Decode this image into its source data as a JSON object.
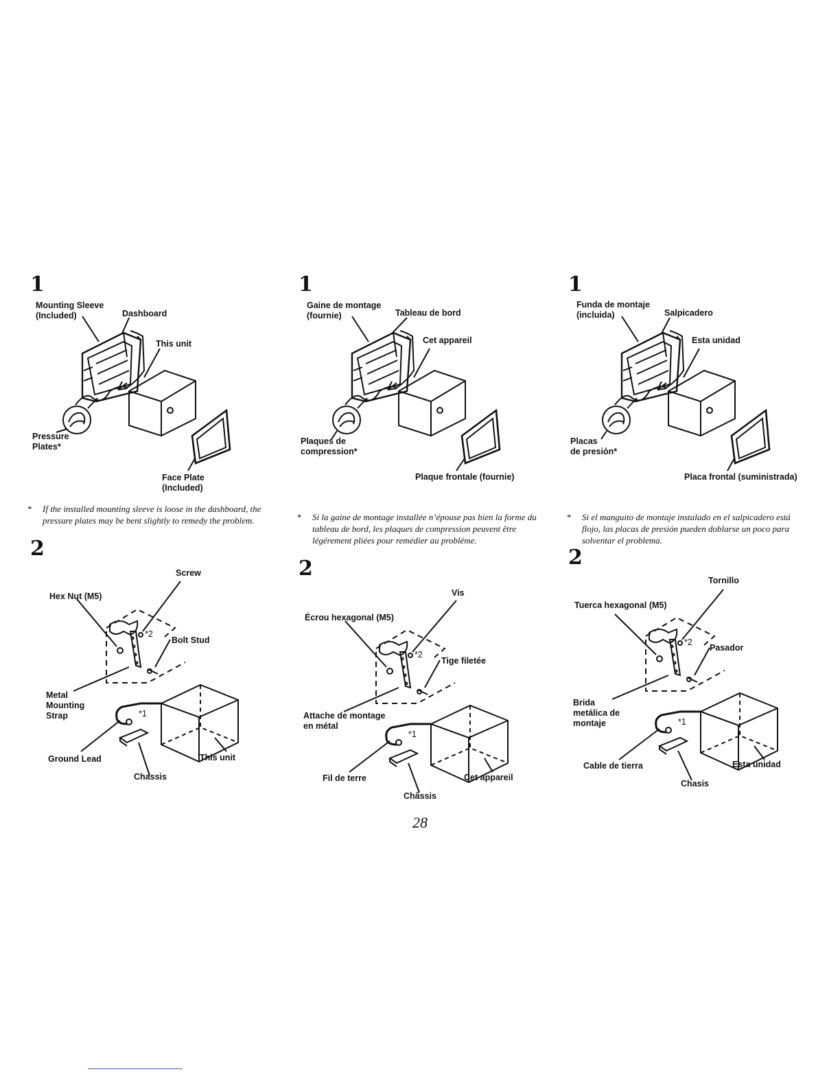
{
  "page_number": "28",
  "columns": [
    {
      "step1_number": "1",
      "step2_number": "2",
      "fig1": {
        "mounting_sleeve": "Mounting Sleeve\n(Included)",
        "dashboard": "Dashboard",
        "unit": "This unit",
        "pressure_plates": "Pressure\nPlates*",
        "face_plate": "Face Plate\n(Included)"
      },
      "note_star": "*",
      "note": "If the installed mounting sleeve is loose in the dashboard, the pressure plates may be bent slightly to remedy the problem.",
      "fig2": {
        "screw": "Screw",
        "hex_nut": "Hex Nut (M5)",
        "bolt_stud": "Bolt Stud",
        "metal_strap": "Metal\nMounting\nStrap",
        "ground_lead": "Ground Lead",
        "unit": "This unit",
        "chassis": "Chassis",
        "mark1": "*1",
        "mark2": "*2"
      }
    },
    {
      "step1_number": "1",
      "step2_number": "2",
      "fig1": {
        "mounting_sleeve": "Gaine de montage\n(fournie)",
        "dashboard": "Tableau de bord",
        "unit": "Cet appareil",
        "pressure_plates": "Plaques de\ncompression*",
        "face_plate": "Plaque frontale (fournie)"
      },
      "note_star": "*",
      "note": "Si la gaine de montage installée n’épouse pas bien la forme du tableau de bord, les plaques de compression peuvent être légérement pliées pour remédier au probléme.",
      "fig2": {
        "screw": "Vis",
        "hex_nut": "Écrou hexagonal (M5)",
        "bolt_stud": "Tige filetée",
        "metal_strap": "Attache de montage\nen métal",
        "ground_lead": "Fil de terre",
        "unit": "Cet appareil",
        "chassis": "Châssis",
        "mark1": "*1",
        "mark2": "*2"
      }
    },
    {
      "step1_number": "1",
      "step2_number": "2",
      "fig1": {
        "mounting_sleeve": "Funda de montaje\n(incluida)",
        "dashboard": "Salpicadero",
        "unit": "Esta unidad",
        "pressure_plates": "Placas\nde presión*",
        "face_plate": "Placa frontal (suministrada)"
      },
      "note_star": "*",
      "note": "Si el manguito de montaje instalado en el salpicadero está flojo, las placas de presión pueden doblarse un poco para solventar el problema.",
      "fig2": {
        "screw": "Tornillo",
        "hex_nut": "Tuerca hexagonal (M5)",
        "bolt_stud": "Pasador",
        "metal_strap": "Brida\nmetálica de\nmontaje",
        "ground_lead": "Cable de tierra",
        "unit": "Esta unidad",
        "chassis": "Chasis",
        "mark1": "*1",
        "mark2": "*2"
      }
    }
  ]
}
